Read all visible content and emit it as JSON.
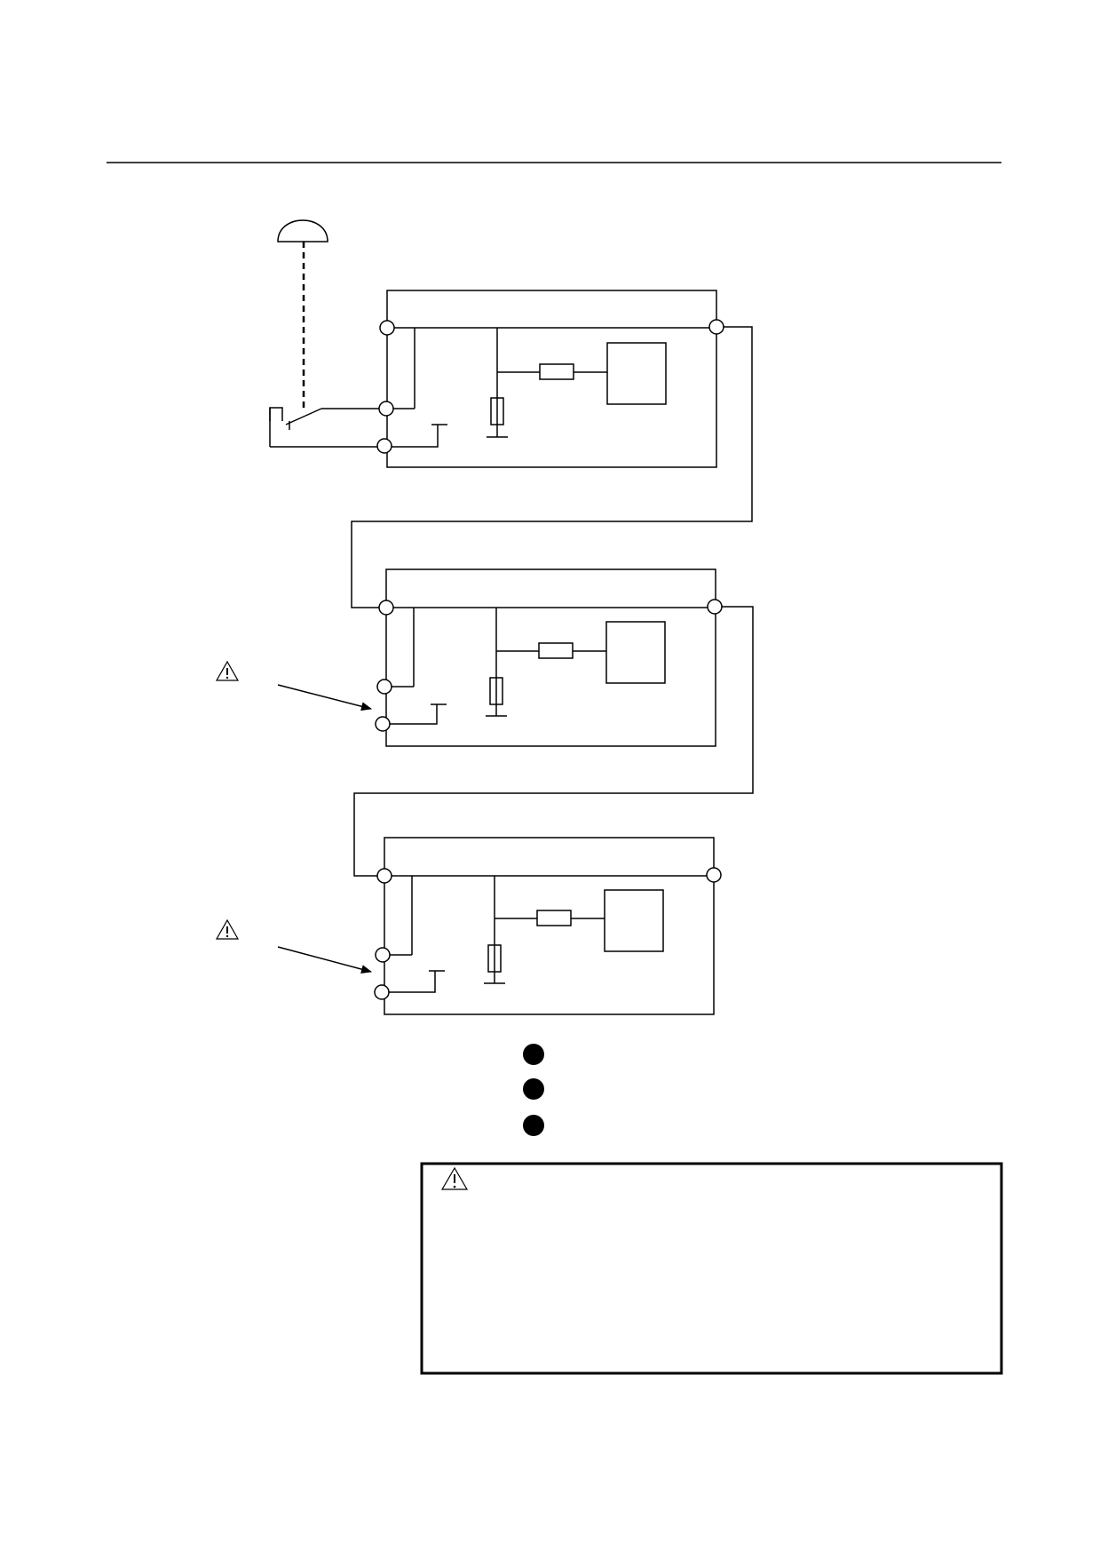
{
  "page": {
    "background": "#ffffff",
    "line_color": "#000000"
  },
  "diagram": {
    "type": "wiring-diagram",
    "units": [
      {
        "id": "unit-1",
        "has_external_stop_switch": true
      },
      {
        "id": "unit-2",
        "has_external_stop_switch": false
      },
      {
        "id": "unit-3",
        "has_external_stop_switch": false
      }
    ],
    "warning_symbols": [
      {
        "icon": "warning-triangle-icon",
        "target": "unit-2"
      },
      {
        "icon": "warning-triangle-icon",
        "target": "unit-3"
      }
    ],
    "markers": [
      {
        "icon": "filled-circle-marker"
      },
      {
        "icon": "filled-circle-marker"
      },
      {
        "icon": "filled-circle-marker"
      }
    ],
    "caution_box": {
      "icon": "warning-triangle-icon",
      "text": ""
    }
  }
}
